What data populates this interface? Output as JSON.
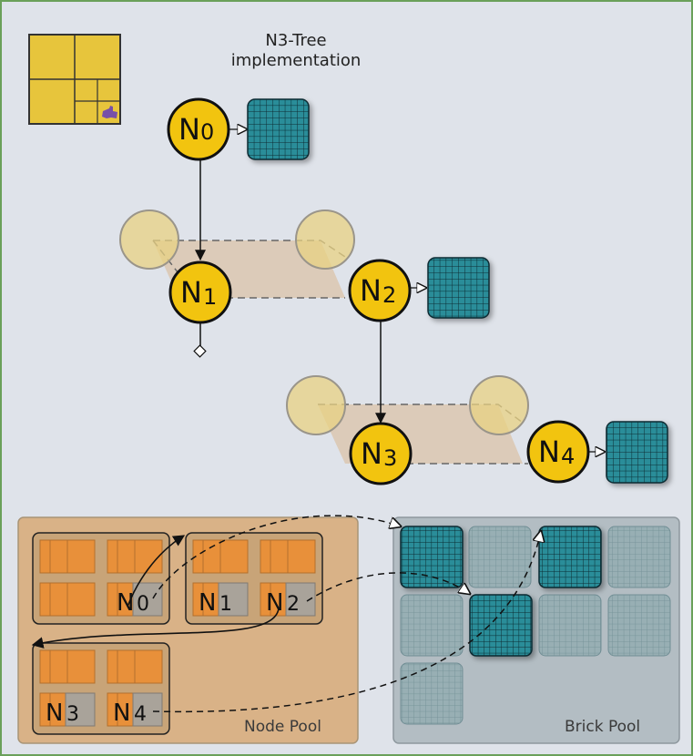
{
  "title": "N3-Tree\nimplementation",
  "tree_nodes": [
    {
      "id": "n0",
      "letter": "N",
      "index": "0"
    },
    {
      "id": "n1",
      "letter": "N",
      "index": "1"
    },
    {
      "id": "n2",
      "letter": "N",
      "index": "2"
    },
    {
      "id": "n3",
      "letter": "N",
      "index": "3"
    },
    {
      "id": "n4",
      "letter": "N",
      "index": "4"
    }
  ],
  "node_pool": {
    "label": "Node Pool",
    "entries": [
      {
        "letter": "N",
        "index": "0"
      },
      {
        "letter": "N",
        "index": "1"
      },
      {
        "letter": "N",
        "index": "2"
      },
      {
        "letter": "N",
        "index": "3"
      },
      {
        "letter": "N",
        "index": "4"
      }
    ]
  },
  "brick_pool": {
    "label": "Brick Pool"
  },
  "colors": {
    "background": "#dfe3ea",
    "frame": "#6aa05a",
    "node_fill": "#f2c40f",
    "brick_fill": "#2c8d99",
    "node_pool_fill": "#d9b287",
    "brick_pool_fill": "#b3bdc3",
    "cell_orange": "#e8903a",
    "cell_gray": "#a9a39a"
  }
}
